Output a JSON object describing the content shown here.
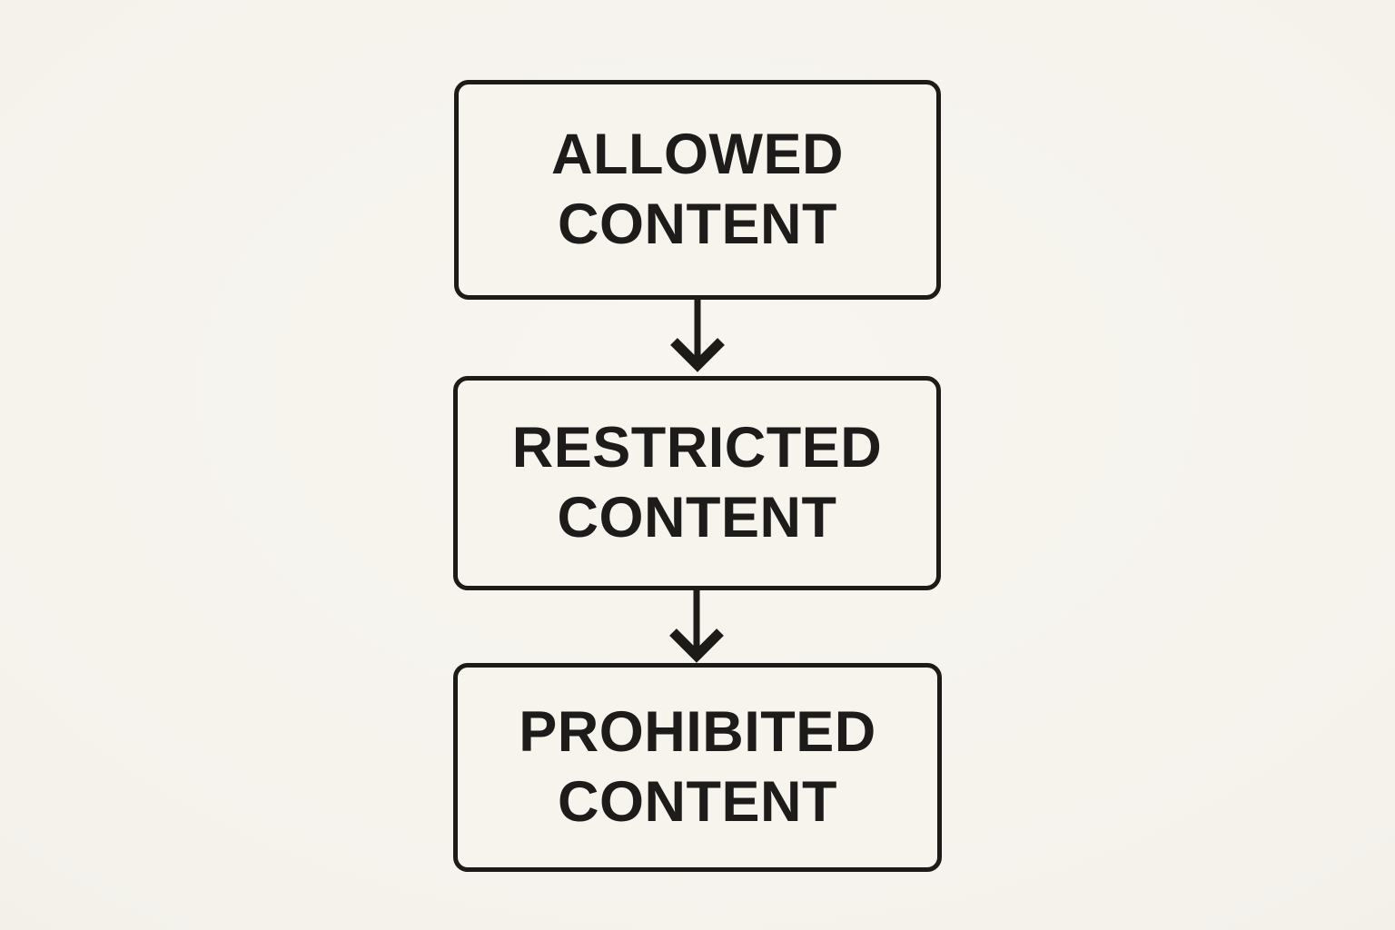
{
  "diagram": {
    "type": "flowchart",
    "direction": "top-to-bottom",
    "nodes": [
      {
        "id": "allowed",
        "label": "ALLOWED CONTENT"
      },
      {
        "id": "restricted",
        "label": "RESTRICTED CONTENT"
      },
      {
        "id": "prohibited",
        "label": "PROHIBITED CONTENT"
      }
    ],
    "connectors": [
      {
        "from": "allowed",
        "to": "restricted",
        "style": "arrow-down"
      },
      {
        "from": "restricted",
        "to": "prohibited",
        "style": "arrow-down"
      }
    ],
    "colors": {
      "background": "#f6f3ed",
      "node_fill": "#f7f4ee",
      "stroke": "#1d1b18",
      "text": "#1e1c1a"
    }
  }
}
